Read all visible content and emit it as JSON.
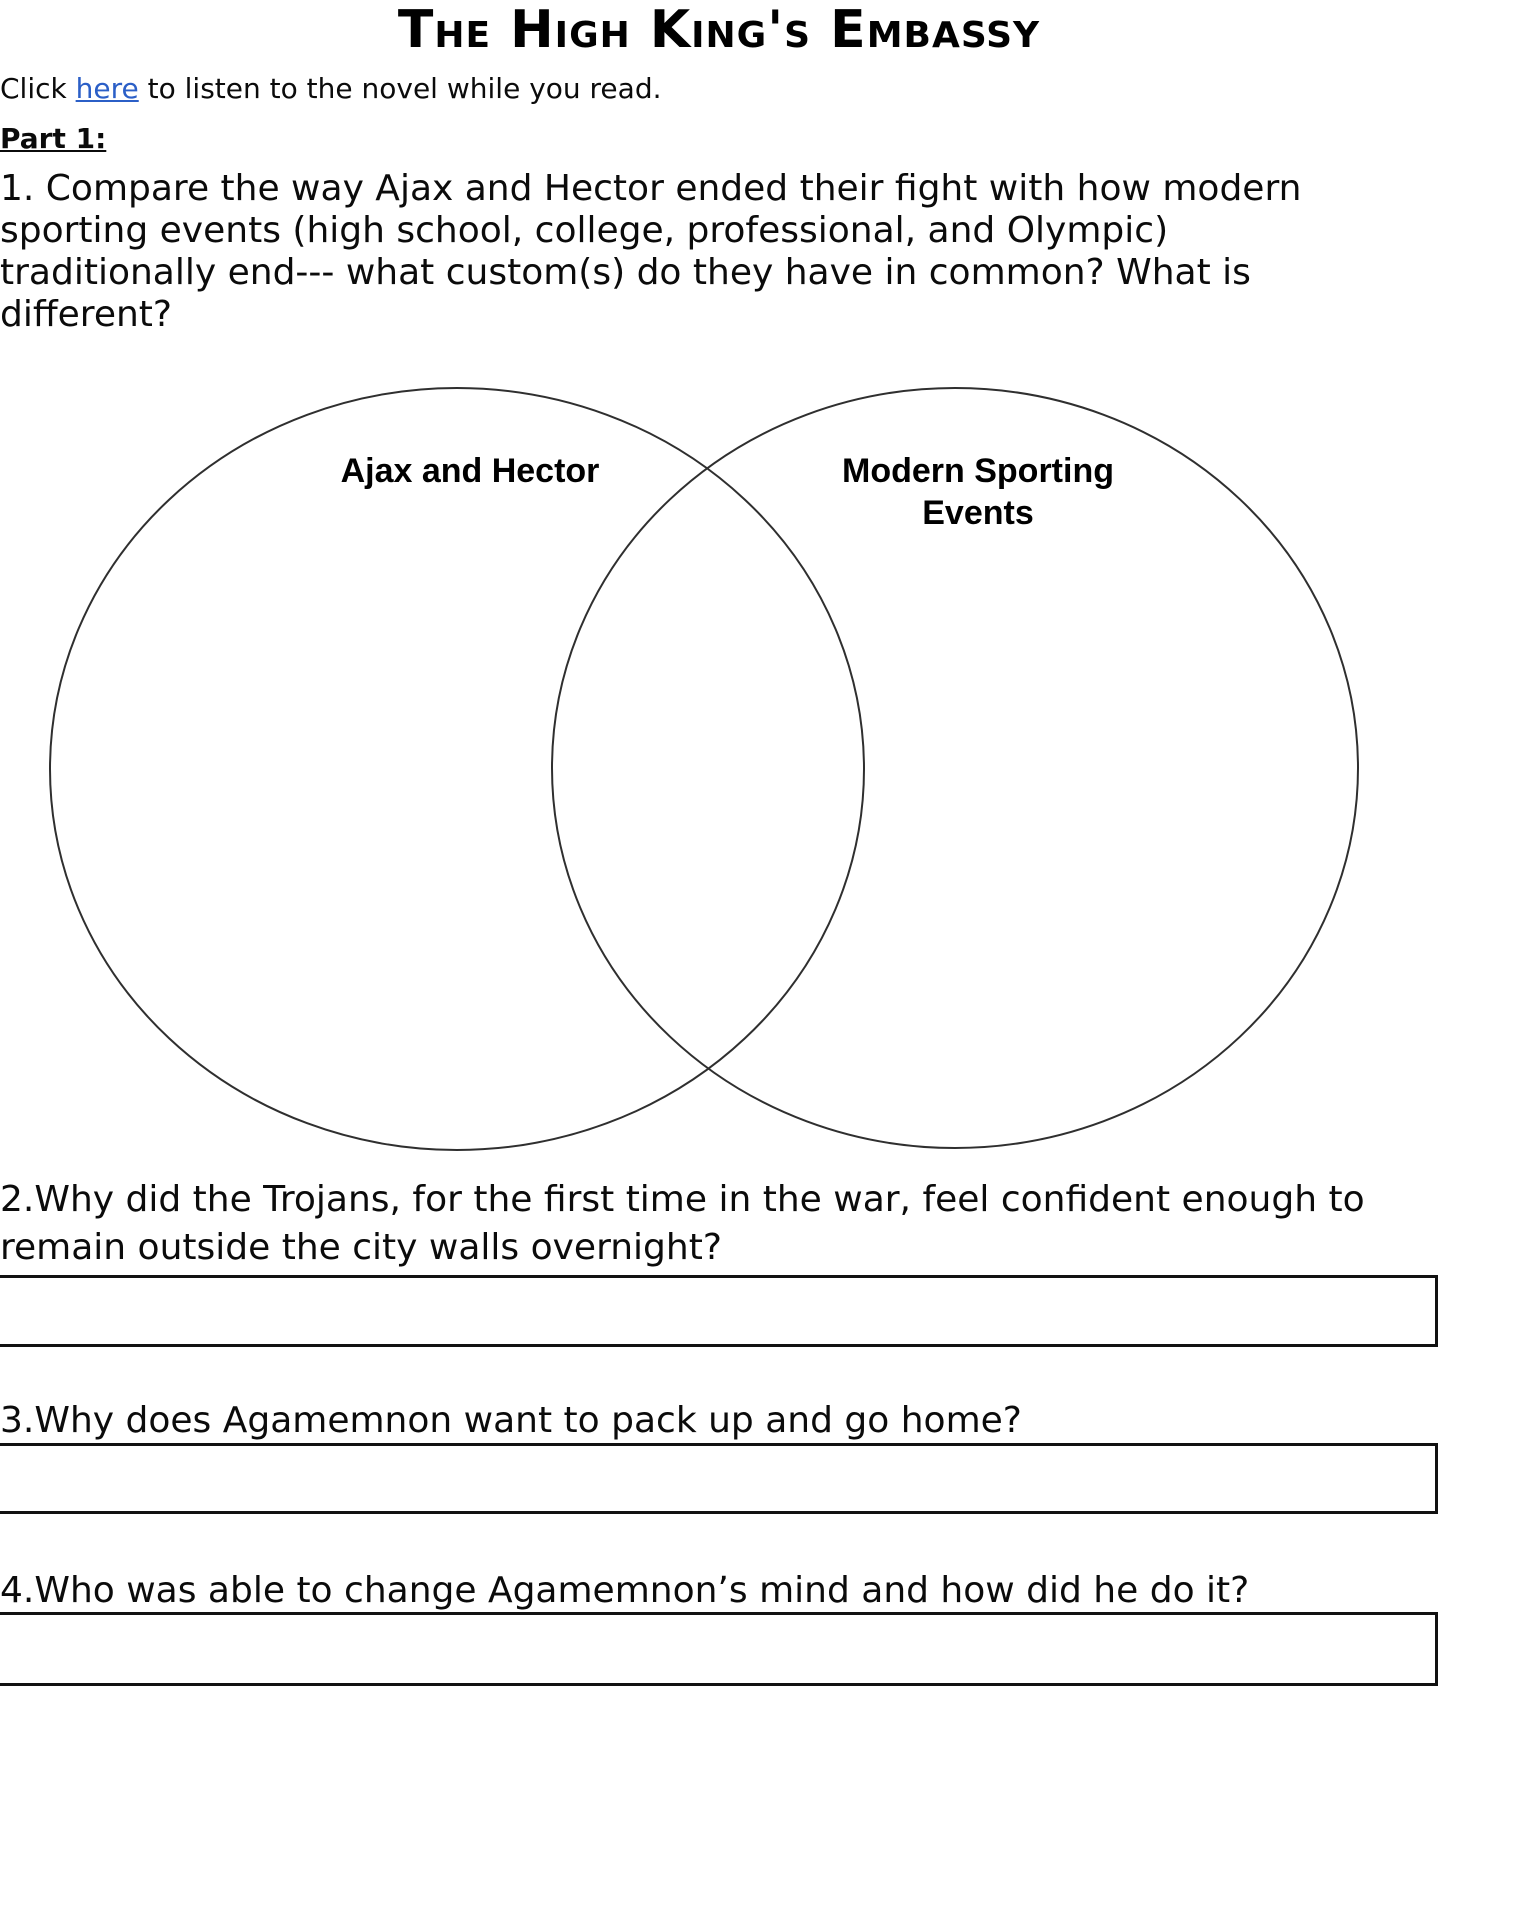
{
  "document": {
    "title": "The High King's Embassy",
    "intro": {
      "prefix": "Click ",
      "link_text": "here",
      "suffix": " to listen to the novel while you read."
    },
    "section_heading": "Part 1:",
    "questions": {
      "q1": "1. Compare the way Ajax and Hector ended their fight with how modern\nsporting events (high school, college, professional, and Olympic)\ntraditionally end--- what custom(s) do they have in common? What is\ndifferent?",
      "q2": "2.Why did the Trojans, for the first time in the war, feel confident enough to\nremain outside the city walls overnight?",
      "q3": "3.Why does Agamemnon want to pack up and go home?",
      "q4": "4.Who was able to change Agamemnon’s mind and how did he do it?"
    },
    "venn": {
      "left_label": "Ajax and Hector",
      "right_label": "Modern Sporting\nEvents"
    }
  },
  "colors": {
    "link": "#2b5fc7",
    "text": "#0b0b0b",
    "circle_stroke": "#2f2f2f",
    "box_border": "#111111"
  }
}
